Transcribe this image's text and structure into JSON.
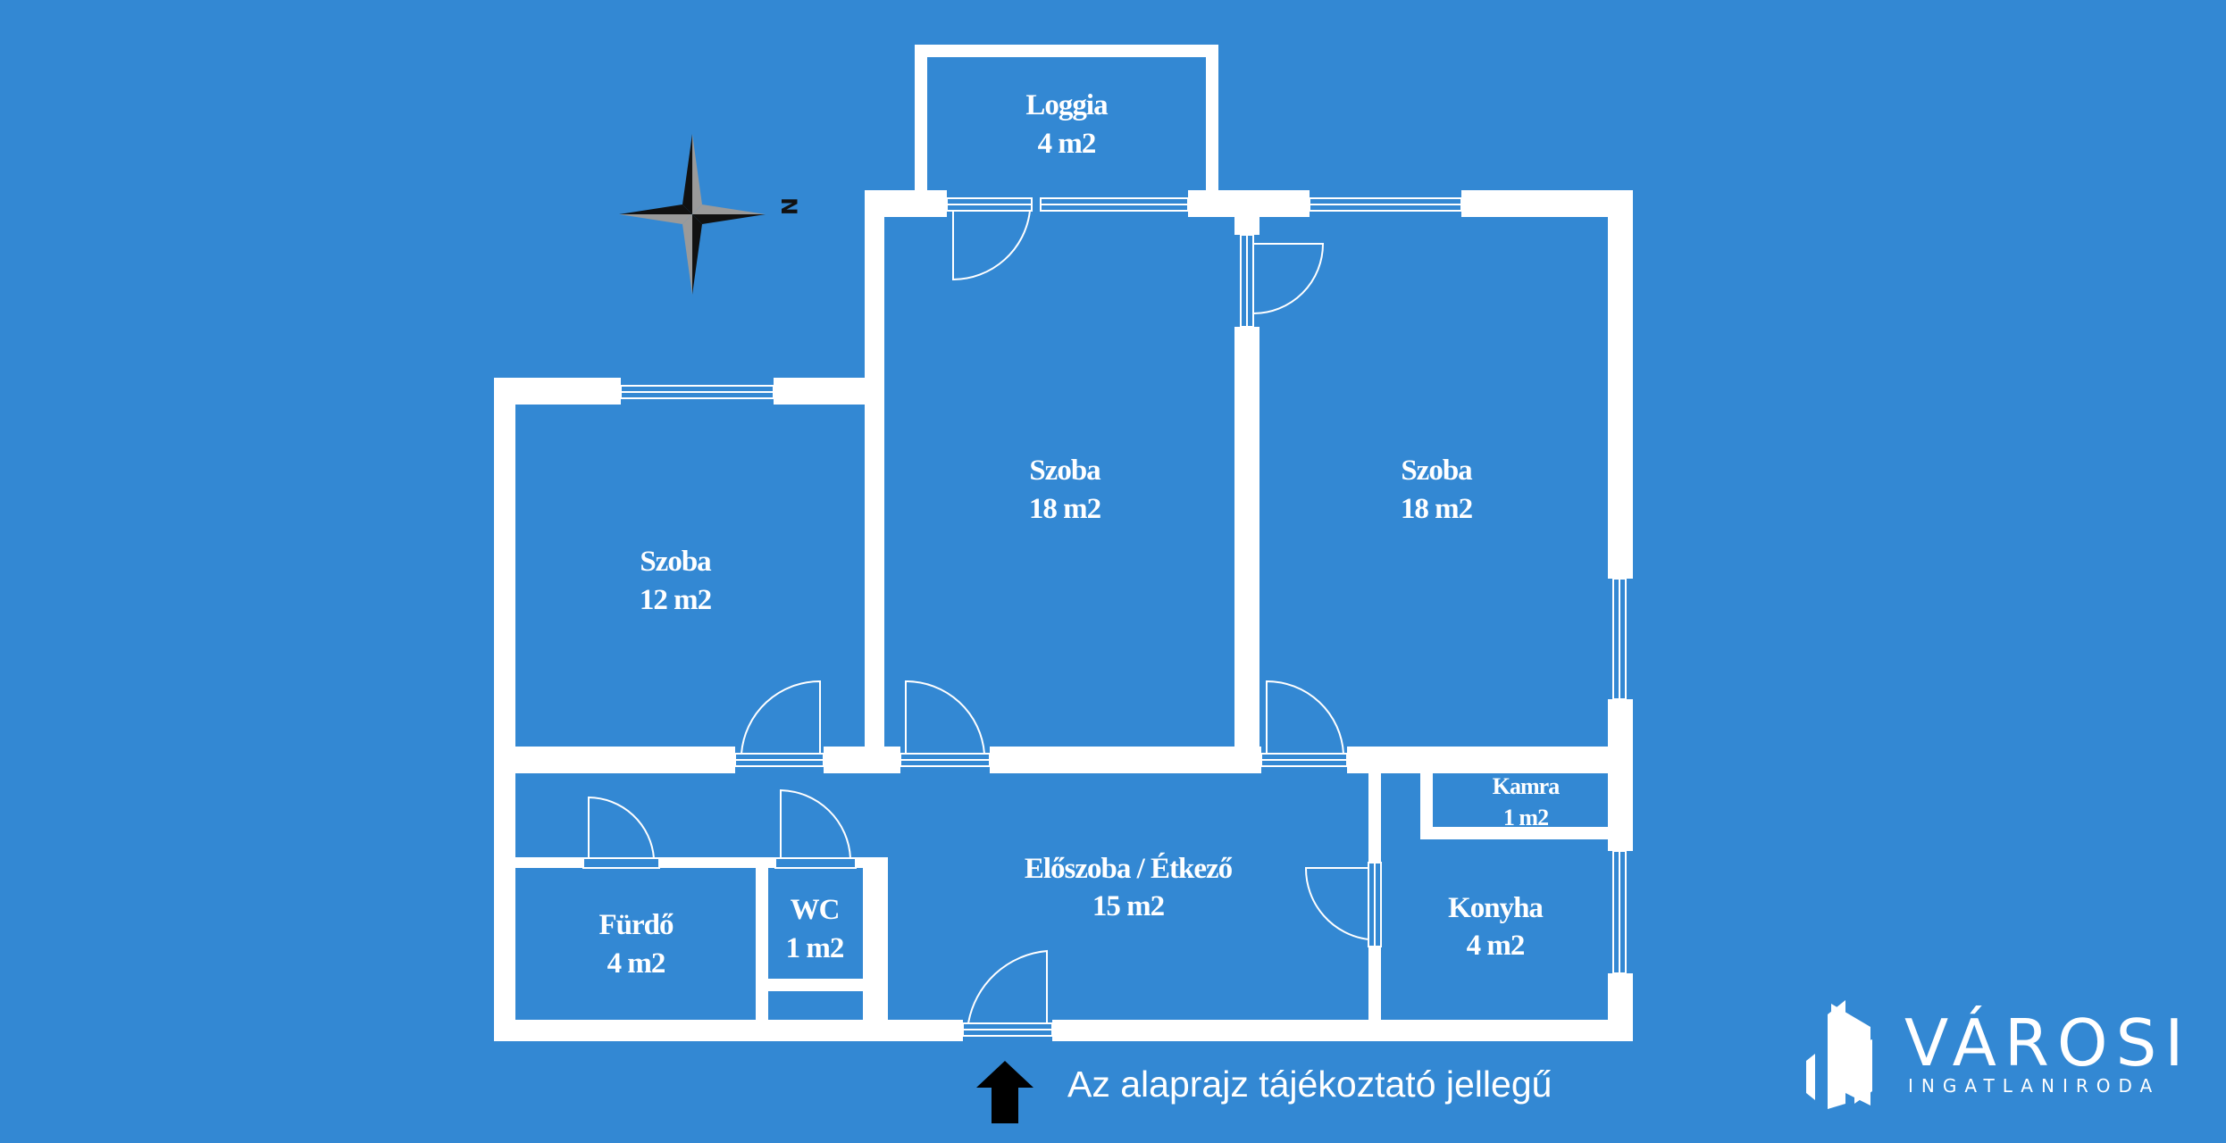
{
  "colors": {
    "background": "#3388d3",
    "walls": "#ffffff",
    "compass_dark": "#111111",
    "compass_light": "#9a9a9a"
  },
  "compass": {
    "letter": "N",
    "icon": "compass-rose-icon"
  },
  "rooms": {
    "loggia": {
      "name": "Loggia",
      "area": "4 m2"
    },
    "room12": {
      "name": "Szoba",
      "area": "12 m2"
    },
    "room18a": {
      "name": "Szoba",
      "area": "18 m2"
    },
    "room18b": {
      "name": "Szoba",
      "area": "18 m2"
    },
    "pantry": {
      "name": "Kamra",
      "area": "1 m2"
    },
    "hall": {
      "name": "Előszoba / Étkező",
      "area": "15 m2"
    },
    "kitchen": {
      "name": "Konyha",
      "area": "4 m2"
    },
    "bathroom": {
      "name": "Fürdő",
      "area": "4 m2"
    },
    "wc": {
      "name": "WC",
      "area": "1 m2"
    }
  },
  "entrance": {
    "icon": "entrance-arrow-icon"
  },
  "notice": "Az alaprajz tájékoztató jellegű",
  "brand": {
    "name": "VÁROSI",
    "subtitle": "INGATLANIRODA",
    "icon": "building-logo-icon"
  }
}
